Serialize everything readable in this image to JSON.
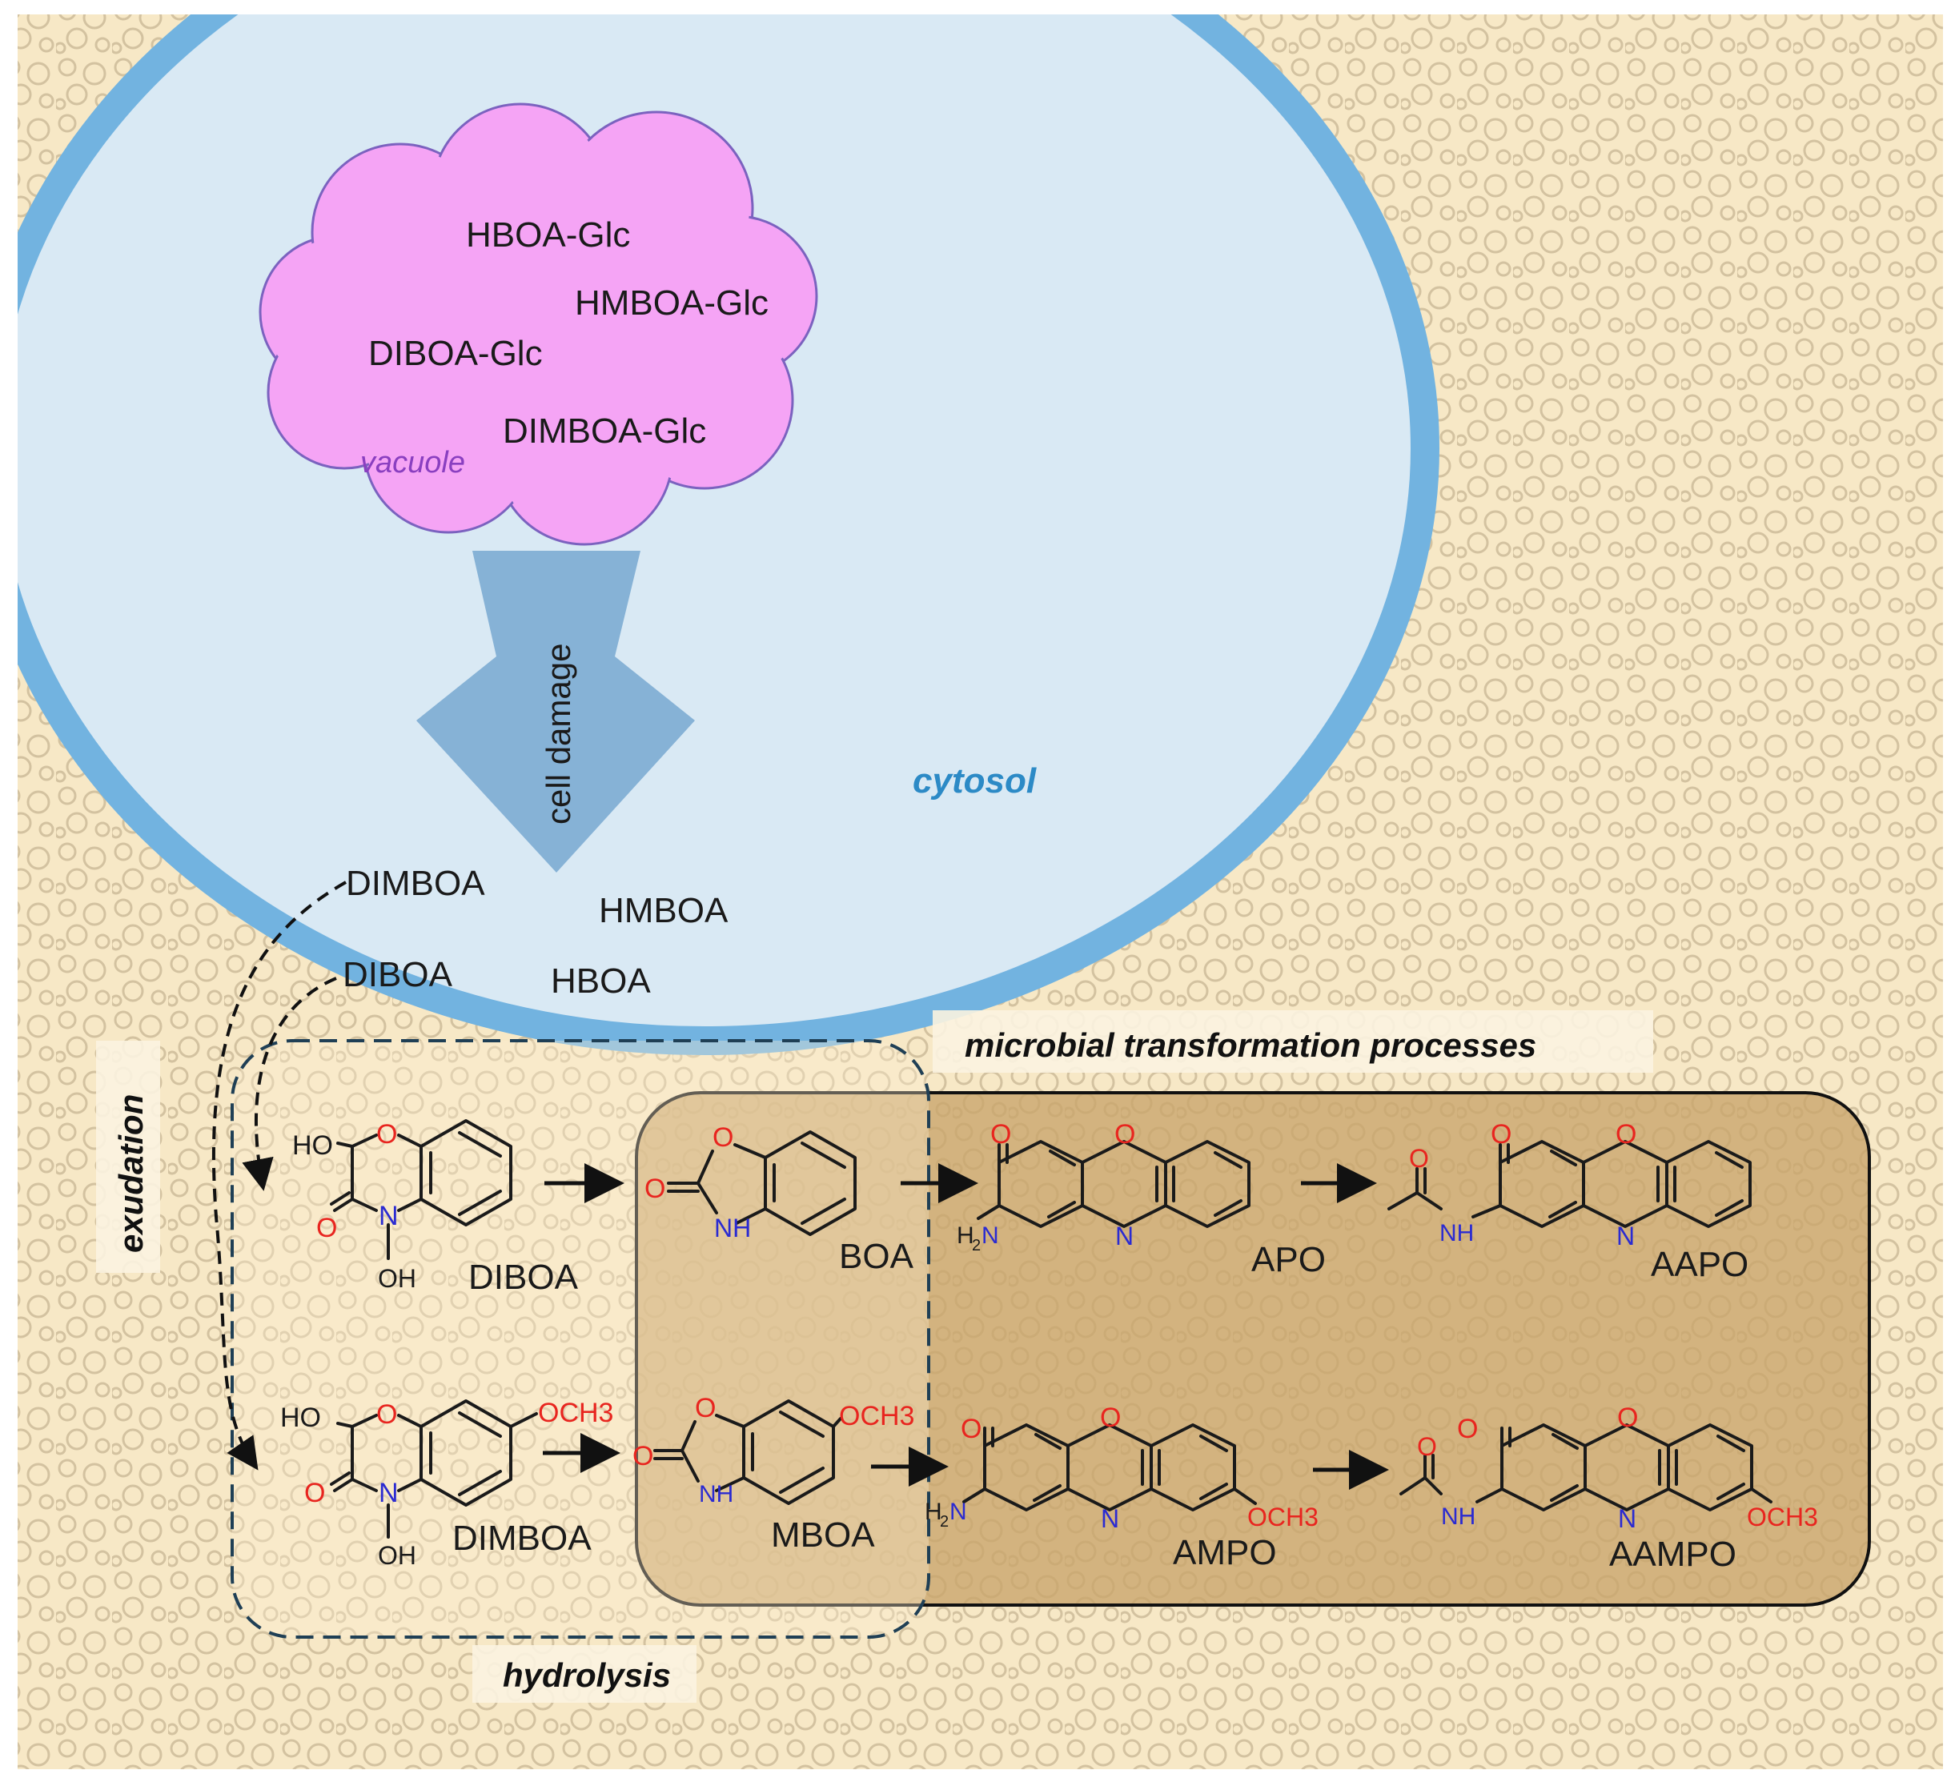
{
  "colors": {
    "background": "#f7e8c6",
    "cytosol_fill": "#d9e9f4",
    "membrane": "#72b3e0",
    "vacuole_fill": "#f5a4f5",
    "vacuole_stroke": "#7b62bf",
    "arrow_fill": "#86b2d6",
    "microbial_box": "#c9a46a",
    "hydrolysis_box": "#1f3f55",
    "oxygen": "#e8251f",
    "nitrogen": "#2b2bd1"
  },
  "vacuole": {
    "label": "vacuole",
    "compounds": [
      "HBOA-Glc",
      "HMBOA-Glc",
      "DIBOA-Glc",
      "DIMBOA-Glc"
    ]
  },
  "cell_damage_label": "cell damage",
  "cytosol_label": "cytosol",
  "released": [
    "DIMBOA",
    "HMBOA",
    "DIBOA",
    "HBOA"
  ],
  "exudation_label": "exudation",
  "microbial_label": "microbial transformation processes",
  "hydrolysis_label": "hydrolysis",
  "row1": [
    "DIBOA",
    "BOA",
    "APO",
    "AAPO"
  ],
  "row2": [
    "DIMBOA",
    "MBOA",
    "AMPO",
    "AAMPO"
  ],
  "atoms": {
    "ho": "HO",
    "o": "O",
    "n": "N",
    "nh": "NH",
    "oh": "OH",
    "h2n": "H2N",
    "h2": "H",
    "sub2": "2",
    "n_after_h": "N",
    "och3": "OCH3"
  }
}
